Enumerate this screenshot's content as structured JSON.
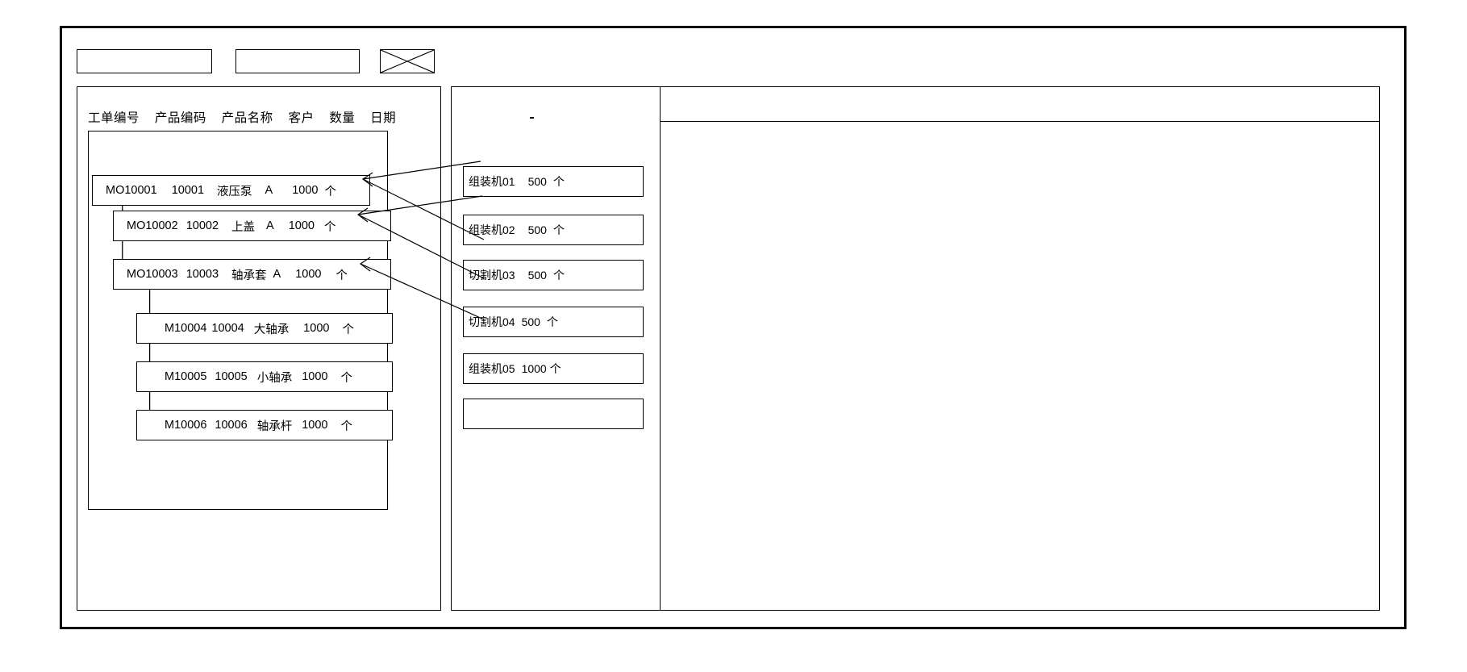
{
  "window": {
    "title": ""
  },
  "toolbar": {
    "field1_value": "",
    "field1_placeholder": "",
    "field2_value": "",
    "field2_placeholder": "",
    "image_placeholder_label": "crossed-box-placeholder"
  },
  "left_panel": {
    "columns": [
      "工单编号",
      "产品编码",
      "产品名称",
      "客户",
      "数量",
      "日期"
    ],
    "rows": [
      {
        "level": 0,
        "order_no": "MO10001",
        "product_code": "10001",
        "product_name": "液压泵",
        "customer": "A",
        "qty": "1000",
        "unit": "个",
        "date": ""
      },
      {
        "level": 1,
        "order_no": "MO10002",
        "product_code": "10002",
        "product_name": "上盖",
        "customer": "A",
        "qty": "1000",
        "unit": "个",
        "date": ""
      },
      {
        "level": 1,
        "order_no": "MO10003",
        "product_code": "10003",
        "product_name": "轴承套",
        "customer": "A",
        "qty": "1000",
        "unit": "个",
        "date": ""
      },
      {
        "level": 2,
        "order_no": "M10004",
        "product_code": "10004",
        "product_name": "大轴承",
        "customer": "",
        "qty": "1000",
        "unit": "个",
        "date": ""
      },
      {
        "level": 2,
        "order_no": "M10005",
        "product_code": "10005",
        "product_name": "小轴承",
        "customer": "",
        "qty": "1000",
        "unit": "个",
        "date": ""
      },
      {
        "level": 2,
        "order_no": "M10006",
        "product_code": "10006",
        "product_name": "轴承杆",
        "customer": "",
        "qty": "1000",
        "unit": "个",
        "date": ""
      }
    ]
  },
  "middle_panel": {
    "machines": [
      {
        "name": "组装机01",
        "qty": "500",
        "unit": "个"
      },
      {
        "name": "组装机02",
        "qty": "500",
        "unit": "个"
      },
      {
        "name": "切割机03",
        "qty": "500",
        "unit": "个"
      },
      {
        "name": "切割机04",
        "qty": "500",
        "unit": "个"
      },
      {
        "name": "组装机05",
        "qty": "1000",
        "unit": "个"
      },
      {
        "name": "",
        "qty": "",
        "unit": ""
      }
    ]
  },
  "right_panel": {
    "header_text": "",
    "body_text": ""
  },
  "colors": {
    "stroke": "#000000",
    "background": "#ffffff"
  }
}
